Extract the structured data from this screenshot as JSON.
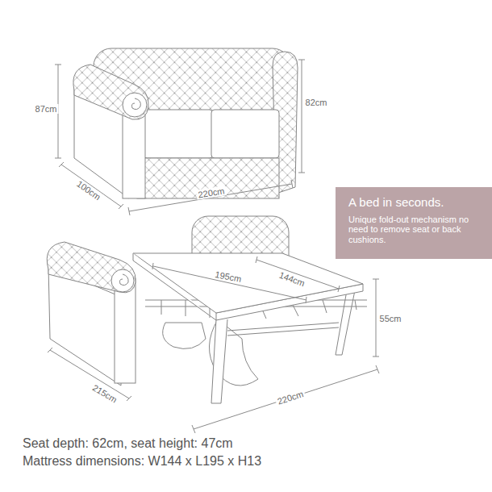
{
  "diagram": {
    "nodes": [
      {
        "text": [
          "A bed in seconds.",
          "Unique fold-out mechanism no need to remove seat or back cushions."
        ]
      }
    ],
    "labels": [
      "87cm",
      "100cm",
      "220cm",
      "82cm",
      "195cm",
      "144cm",
      "55cm",
      "215cm",
      "220cm",
      "Seat depth: 62cm, seat height: 47cm",
      "Mattress dimensions: W144 x L195 x H13"
    ]
  }
}
